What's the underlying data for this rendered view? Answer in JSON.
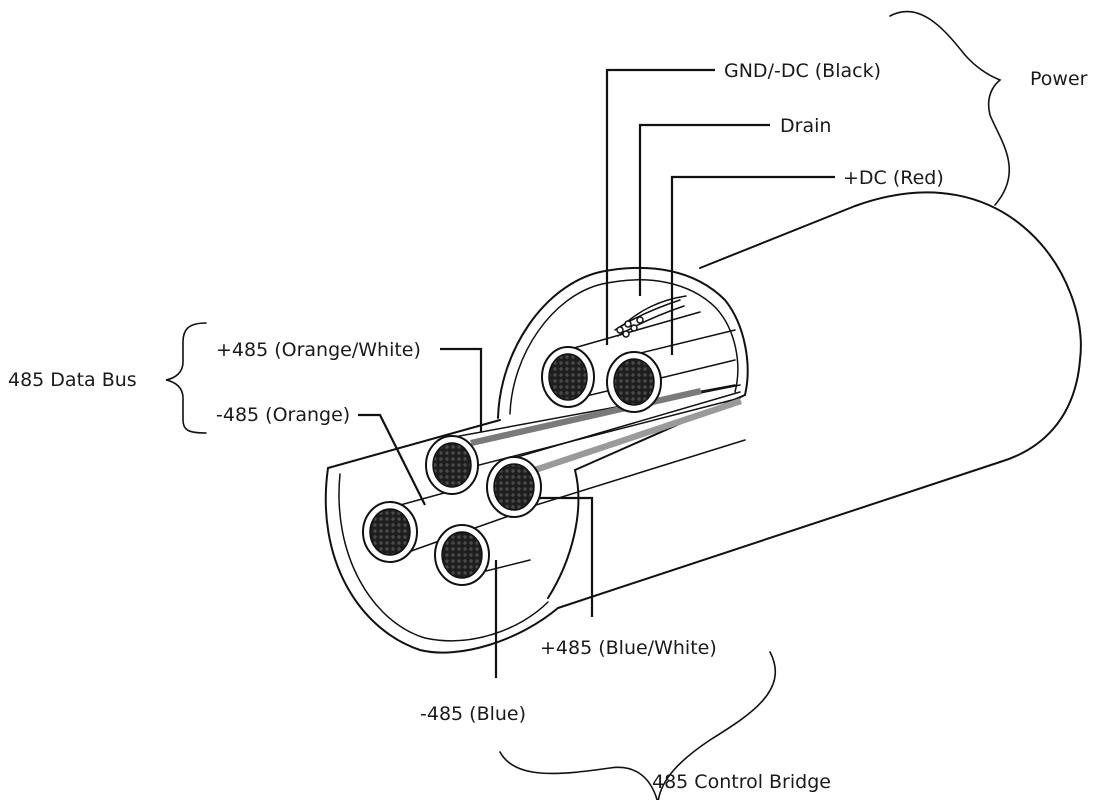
{
  "labels": {
    "gnd": "GND/-DC (Black)",
    "drain": "Drain",
    "dc_pos": "+DC (Red)",
    "power": "Power",
    "data_bus": "485 Data Bus",
    "pos485_ow": "+485 (Orange/White)",
    "neg485_o": "-485 (Orange)",
    "pos485_bw": "+485 (Blue/White)",
    "neg485_b": "-485 (Blue)",
    "control_bridge": "485 Control Bridge"
  },
  "colors": {
    "stroke": "#111111",
    "conductor": "#2b2b2b",
    "background": "#ffffff"
  },
  "icons": [
    "cable-cross-section",
    "conductor-strands"
  ]
}
